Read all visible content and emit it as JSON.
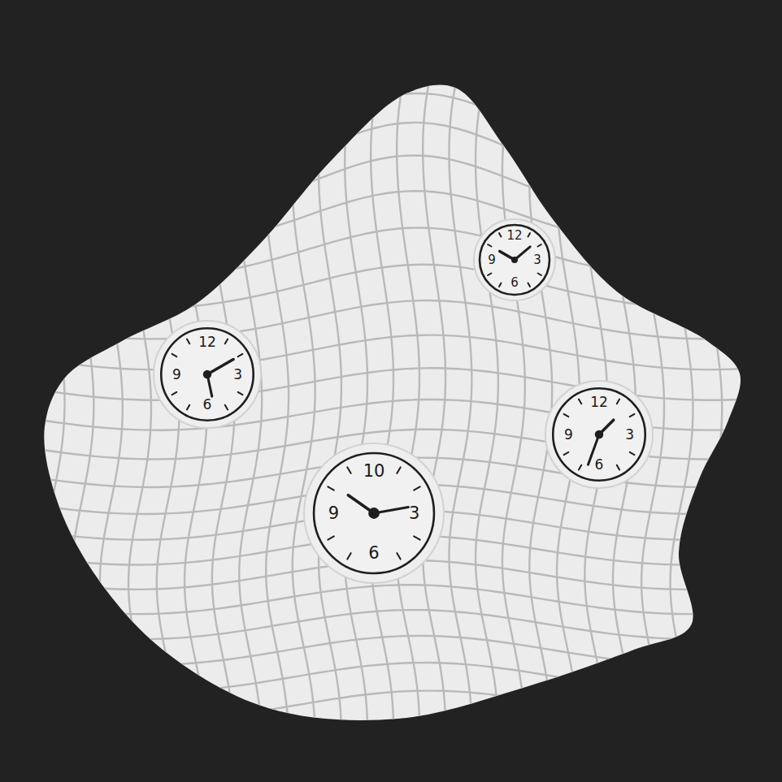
{
  "diagram": {
    "nodes": [
      {
        "text": [
          "12",
          "9",
          "3",
          "6"
        ]
      },
      {
        "text": [
          "12",
          "9",
          "3",
          "6"
        ]
      },
      {
        "text": [
          "12",
          "9",
          "3",
          "6"
        ]
      },
      {
        "text": [
          "10",
          "9",
          "3",
          "6"
        ]
      }
    ]
  }
}
